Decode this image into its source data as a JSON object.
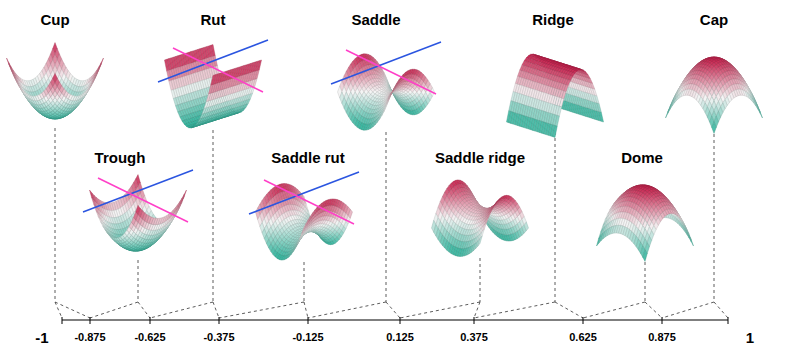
{
  "diagram": {
    "labels": [
      "Cup",
      "Rut",
      "Saddle",
      "Ridge",
      "Cap",
      "Trough",
      "Saddle rut",
      "Saddle ridge",
      "Dome",
      "-1",
      "-0.875",
      "-0.625",
      "-0.375",
      "-0.125",
      "0.125",
      "0.375",
      "0.625",
      "0.875",
      "1"
    ]
  }
}
